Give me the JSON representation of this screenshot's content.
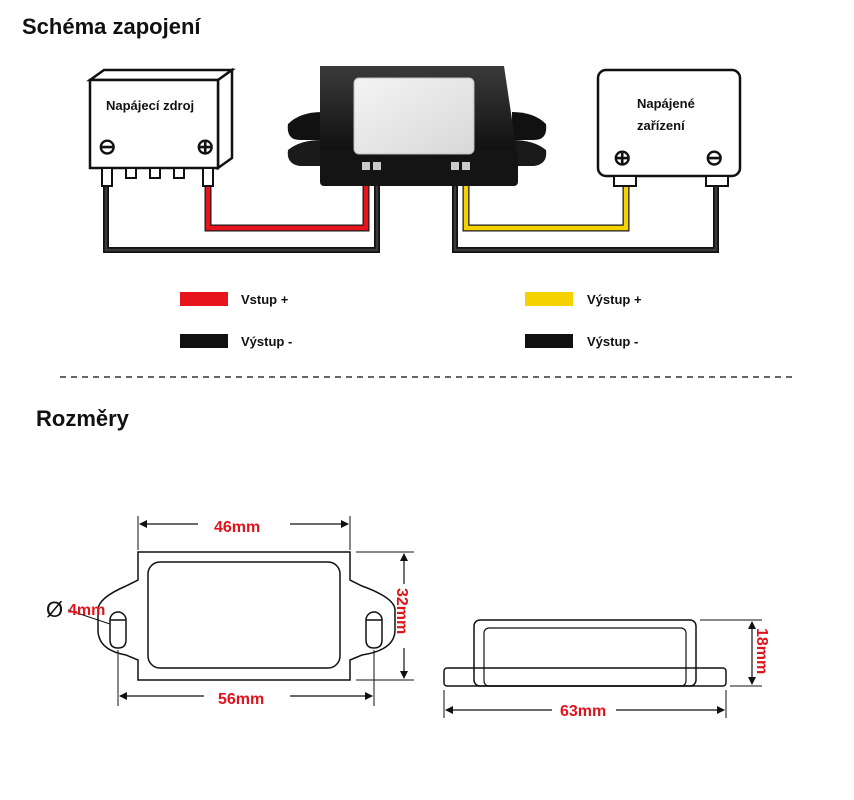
{
  "wiring": {
    "title": "Schéma zapojení",
    "source_label": "Napájecí zdroj",
    "device_label_line1": "Napájené",
    "device_label_line2": "zařízení",
    "minus_symbol": "⊖",
    "plus_symbol": "⊕",
    "legend": [
      {
        "label": "Vstup +",
        "color": "#e8141c"
      },
      {
        "label": "Výstup -",
        "color": "#111111"
      },
      {
        "label": "Výstup +",
        "color": "#f5d200"
      },
      {
        "label": "Výstup -",
        "color": "#111111"
      }
    ]
  },
  "dimensions": {
    "title": "Rozměry",
    "width_top": "46mm",
    "width_bottom": "56mm",
    "height": "32mm",
    "hole": "4mm",
    "hole_symbol": "Ø",
    "side_length": "63mm",
    "side_height": "18mm"
  },
  "colors": {
    "red_wire": "#e8141c",
    "yellow_wire": "#f5d200",
    "black_wire": "#222222",
    "dimension_text": "#e0141c"
  }
}
